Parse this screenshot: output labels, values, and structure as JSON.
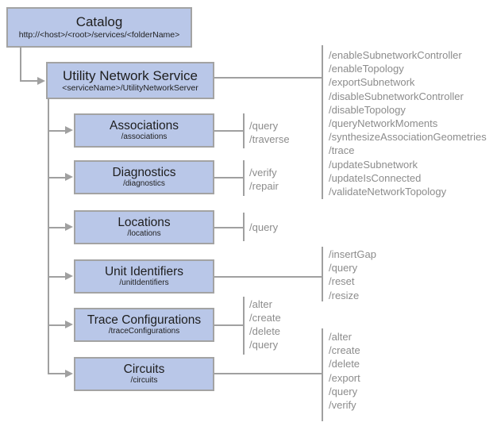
{
  "catalog": {
    "title": "Catalog",
    "subtitle": "http://<host>/<root>/services/<folderName>"
  },
  "service": {
    "title": "Utility Network Service",
    "subtitle": "<serviceName>/UtilityNetworkServer",
    "operations": [
      "/enableSubnetworkController",
      "/enableTopology",
      "/exportSubnetwork",
      "/disableSubnetworkController",
      "/disableTopology",
      "/queryNetworkMoments",
      "/synthesizeAssociationGeometries",
      "/trace",
      "/updateSubnetwork",
      "/updateIsConnected",
      "/validateNetworkTopology"
    ]
  },
  "resources": [
    {
      "title": "Associations",
      "subtitle": "/associations",
      "operations": [
        "/query",
        "/traverse"
      ]
    },
    {
      "title": "Diagnostics",
      "subtitle": "/diagnostics",
      "operations": [
        "/verify",
        "/repair"
      ]
    },
    {
      "title": "Locations",
      "subtitle": "/locations",
      "operations": [
        "/query"
      ]
    },
    {
      "title": "Unit Identifiers",
      "subtitle": "/unitIdentifiers",
      "operations": [
        "/insertGap",
        "/query",
        "/reset",
        "/resize"
      ]
    },
    {
      "title": "Trace Configurations",
      "subtitle": "/traceConfigurations",
      "operations": [
        "/alter",
        "/create",
        "/delete",
        "/query"
      ]
    },
    {
      "title": "Circuits",
      "subtitle": "/circuits",
      "operations": [
        "/alter",
        "/create",
        "/delete",
        "/export",
        "/query",
        "/verify"
      ]
    }
  ],
  "colors": {
    "node_fill": "#b9c7e8",
    "node_border": "#a3a3a3",
    "connector": "#a0a0a0",
    "operation_text": "#8c8c8c",
    "title_text": "#1e1e1e"
  }
}
